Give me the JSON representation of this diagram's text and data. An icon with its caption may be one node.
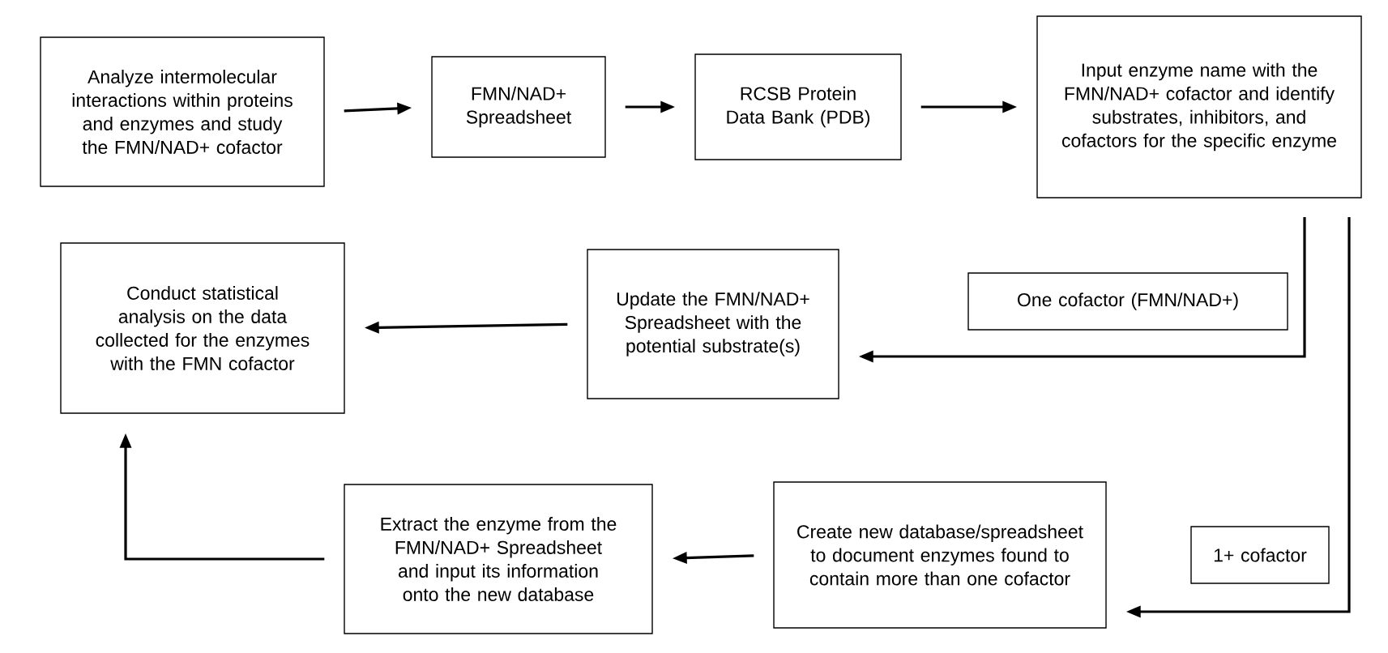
{
  "diagram": {
    "nodes": [
      {
        "text": [
          "Analyze intermolecular interactions within proteins and enzymes and study the FMN/NAD+ cofactor"
        ]
      },
      {
        "text": [
          "FMN/NAD+ Spreadsheet"
        ]
      },
      {
        "text": [
          "RCSB Protein Data Bank (PDB)"
        ]
      },
      {
        "text": [
          "Input enzyme name with the FMN/NAD+ cofactor and identify substrates, inhibitors, and cofactors for the specific enzyme"
        ]
      },
      {
        "text": [
          "Conduct statistical analysis on the data collected for the enzymes with the FMN cofactor"
        ]
      },
      {
        "text": [
          "Update the FMN/NAD+ Spreadsheet with the potential substrate(s)"
        ]
      },
      {
        "text": [
          "One cofactor (FMN/NAD+)"
        ]
      },
      {
        "text": [
          "Extract the enzyme from the FMN/NAD+ Spreadsheet and input its information onto the new database"
        ]
      },
      {
        "text": [
          "Create new database/spreadsheet to document enzymes found to contain more than one cofactor"
        ]
      },
      {
        "text": [
          "1+ cofactor"
        ]
      }
    ],
    "edges": [
      {
        "from": 0,
        "to": 1,
        "arrow": "to"
      },
      {
        "from": 1,
        "to": 2,
        "arrow": "to"
      },
      {
        "from": 2,
        "to": 3,
        "arrow": "to"
      },
      {
        "from": 3,
        "to": 5,
        "arrow": "to"
      },
      {
        "from": 5,
        "to": 4,
        "arrow": "to"
      },
      {
        "from": 3,
        "to": 8,
        "arrow": "to"
      },
      {
        "from": 8,
        "to": 7,
        "arrow": "to"
      },
      {
        "from": 7,
        "to": 4,
        "arrow": "to"
      }
    ]
  }
}
